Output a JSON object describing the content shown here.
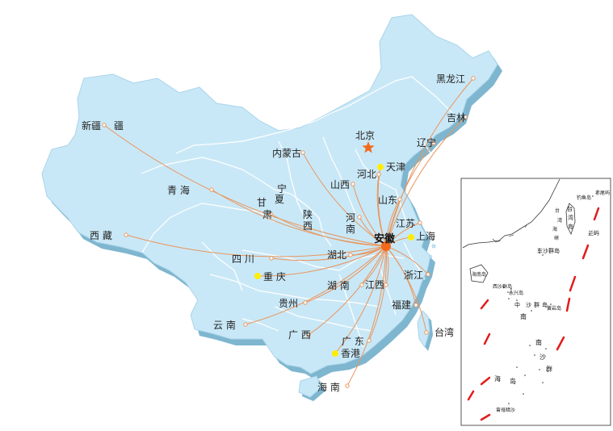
{
  "hub": "安徽",
  "capital": "北京",
  "provinces": [
    "黑龙江",
    "吉林",
    "辽宁",
    "新疆",
    "内蒙古",
    "天津",
    "河北",
    "山西",
    "山东",
    "青海",
    "宁",
    "夏",
    "甘",
    "肃",
    "陕",
    "西",
    "河",
    "南",
    "江苏",
    "上海",
    "西藏",
    "四川",
    "湖北",
    "重庆",
    "浙江",
    "湖南",
    "江西",
    "贵州",
    "福建",
    "云南",
    "广西",
    "广东",
    "香港",
    "台湾",
    "海南"
  ],
  "inset": {
    "labels": [
      "赤尾屿",
      "钓鱼岛",
      "台",
      "湾",
      "岛",
      "台",
      "湾",
      "海",
      "峡",
      "兰屿",
      "海南岛",
      "东沙群岛",
      "西沙群岛",
      "永兴岛",
      "中",
      "沙",
      "群",
      "岛",
      "黄岩岛",
      "南",
      "南",
      "沙",
      "群",
      "海",
      "岛",
      "曾母暗沙"
    ]
  },
  "colors": {
    "land": "#c9e8f7",
    "land_shadow": "#7fb6cf",
    "border": "#ffffff",
    "route": "#e9955c",
    "hub": "#f26a1b",
    "star": "#f26a1b",
    "city_dot": "#ffee00",
    "label_text": "#222222",
    "dashes": "#e21b1b"
  }
}
